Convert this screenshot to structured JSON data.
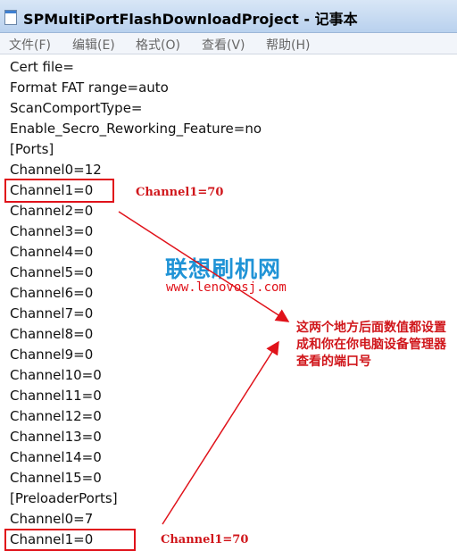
{
  "window": {
    "title": "SPMultiPortFlashDownloadProject - 记事本",
    "icon": "notepad-icon"
  },
  "menu": [
    "文件(F)",
    "编辑(E)",
    "格式(O)",
    "查看(V)",
    "帮助(H)"
  ],
  "lines": [
    "Cert file=",
    "Format FAT range=auto",
    "ScanComportType=",
    "Enable_Secro_Reworking_Feature=no",
    "[Ports]",
    "Channel0=12",
    "Channel1=0",
    "Channel2=0",
    "Channel3=0",
    "Channel4=0",
    "Channel5=0",
    "Channel6=0",
    "Channel7=0",
    "Channel8=0",
    "Channel9=0",
    "Channel10=0",
    "Channel11=0",
    "Channel12=0",
    "Channel13=0",
    "Channel14=0",
    "Channel15=0",
    "[PreloaderPorts]",
    "Channel0=7",
    "Channel1=0"
  ],
  "annotations": {
    "note_top": "Channel1=70",
    "note_bottom": "Channel1=70",
    "instruction": [
      "这两个地方后面数值都设置",
      "成和你在你电脑设备管理器",
      "查看的端口号"
    ],
    "color": "#e0121a"
  },
  "watermark": {
    "name": "联想刷机网",
    "url": "www.lenovosj.com"
  }
}
